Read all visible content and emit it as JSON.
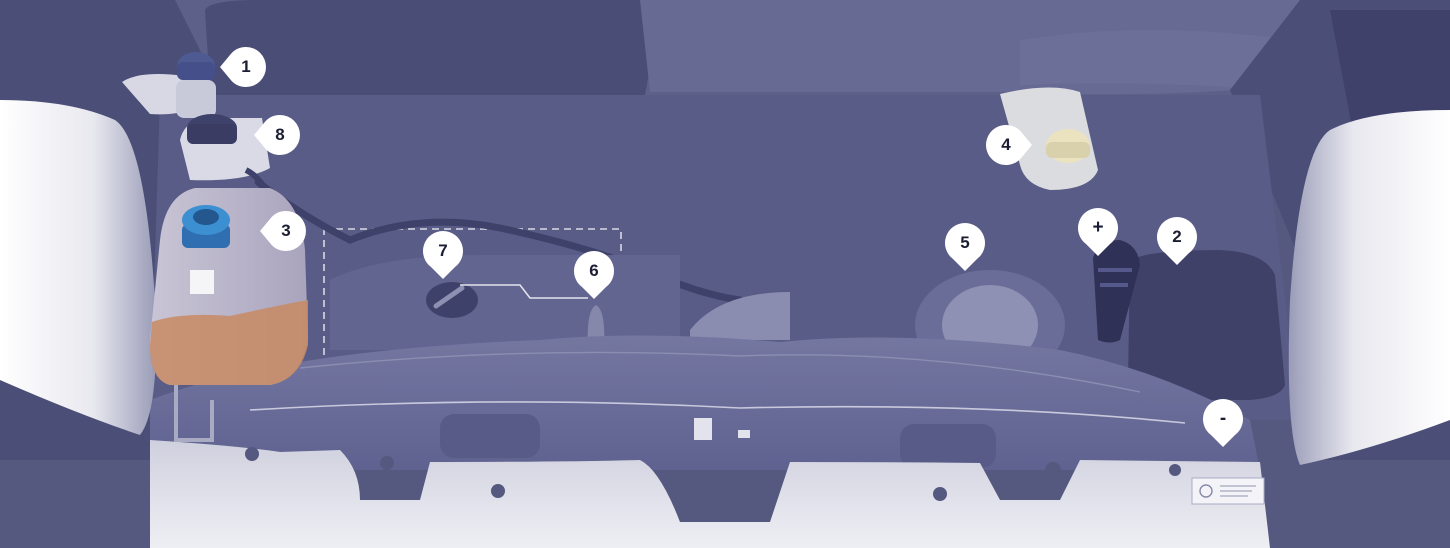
{
  "callouts": [
    {
      "id": "1",
      "label": "1"
    },
    {
      "id": "2",
      "label": "2"
    },
    {
      "id": "3",
      "label": "3"
    },
    {
      "id": "4",
      "label": "4"
    },
    {
      "id": "5",
      "label": "5"
    },
    {
      "id": "6",
      "label": "6"
    },
    {
      "id": "7",
      "label": "7"
    },
    {
      "id": "8",
      "label": "8"
    },
    {
      "id": "plus",
      "label": "+"
    },
    {
      "id": "minus",
      "label": "-"
    }
  ],
  "colors": {
    "background": "#55587f",
    "panel": "#6a6d95",
    "panel_light": "#7c80a6",
    "dark": "#3a3c63",
    "shell": "#e6e7ee",
    "headlight": "#f3f3f6",
    "reservoir": "#b9b4c9",
    "coolant": "#c88a63",
    "cap_blue": "#3c8fd0",
    "callout_fill": "#ffffff",
    "callout_text": "#1b1d33"
  }
}
